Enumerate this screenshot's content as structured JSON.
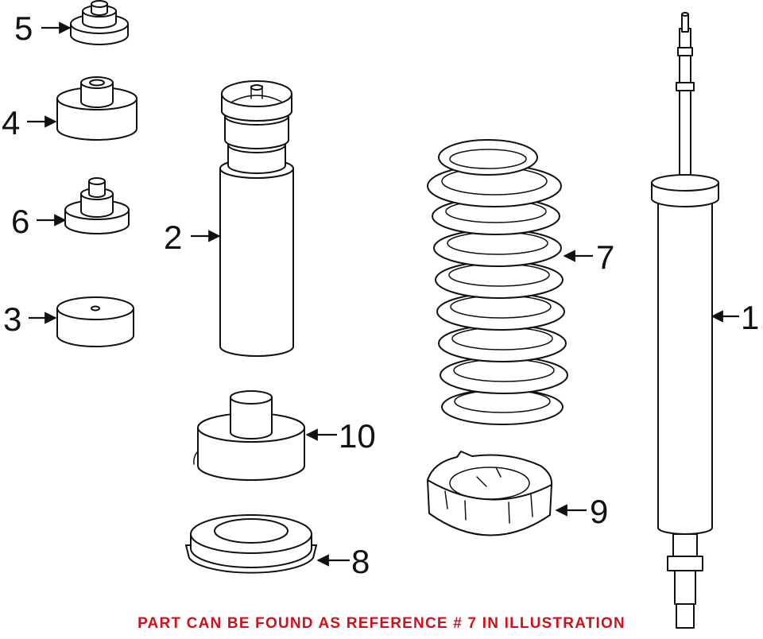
{
  "diagram": {
    "callouts": {
      "c1": "1",
      "c2": "2",
      "c3": "3",
      "c4": "4",
      "c5": "5",
      "c6": "6",
      "c7": "7",
      "c8": "8",
      "c9": "9",
      "c10": "10"
    },
    "note": "PART CAN BE FOUND AS REFERENCE # 7 IN ILLUSTRATION",
    "note_color": "#d0101a",
    "line_color": "#111111",
    "highlighted_reference": "7"
  }
}
